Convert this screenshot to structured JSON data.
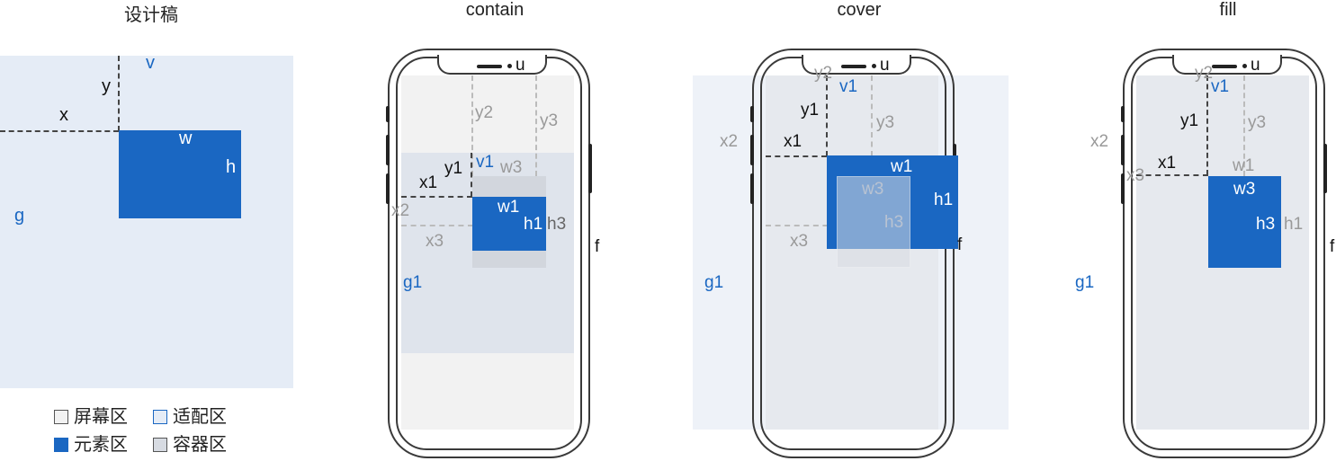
{
  "titles": [
    "设计稿",
    "contain",
    "cover",
    "fill"
  ],
  "legend": {
    "screen": "屏幕区",
    "fit": "适配区",
    "element": "元素区",
    "container": "容器区"
  },
  "design": {
    "x": "x",
    "y": "y",
    "w": "w",
    "h": "h",
    "v": "v",
    "g": "g"
  },
  "contain": {
    "x1": "x1",
    "y1": "y1",
    "x2": "x2",
    "y2": "y2",
    "x3": "x3",
    "y3": "y3",
    "v1": "v1",
    "w1": "w1",
    "h1": "h1",
    "w3": "w3",
    "h3": "h3",
    "g1": "g1",
    "f": "f",
    "u": "u"
  },
  "cover": {
    "x1": "x1",
    "y1": "y1",
    "x2": "x2",
    "y2": "y2",
    "x3": "x3",
    "y3": "y3",
    "v1": "v1",
    "w1": "w1",
    "h1": "h1",
    "w3": "w3",
    "h3": "h3",
    "g1": "g1",
    "f": "f",
    "u": "u"
  },
  "fill": {
    "x1": "x1",
    "y1": "y1",
    "x2": "x2",
    "y2": "y2",
    "x3": "x3",
    "y3": "y3",
    "v1": "v1",
    "w1": "w1",
    "h1": "h1",
    "w3": "w3",
    "h3": "h3",
    "g1": "g1",
    "f": "f",
    "u": "u"
  },
  "colors": {
    "screen": "#f2f2f2",
    "fit": "#e5ecf6",
    "element": "#1a67c2",
    "container": "#d7dbe2",
    "text_gray": "#999999",
    "text_blue": "#1a67c2"
  }
}
